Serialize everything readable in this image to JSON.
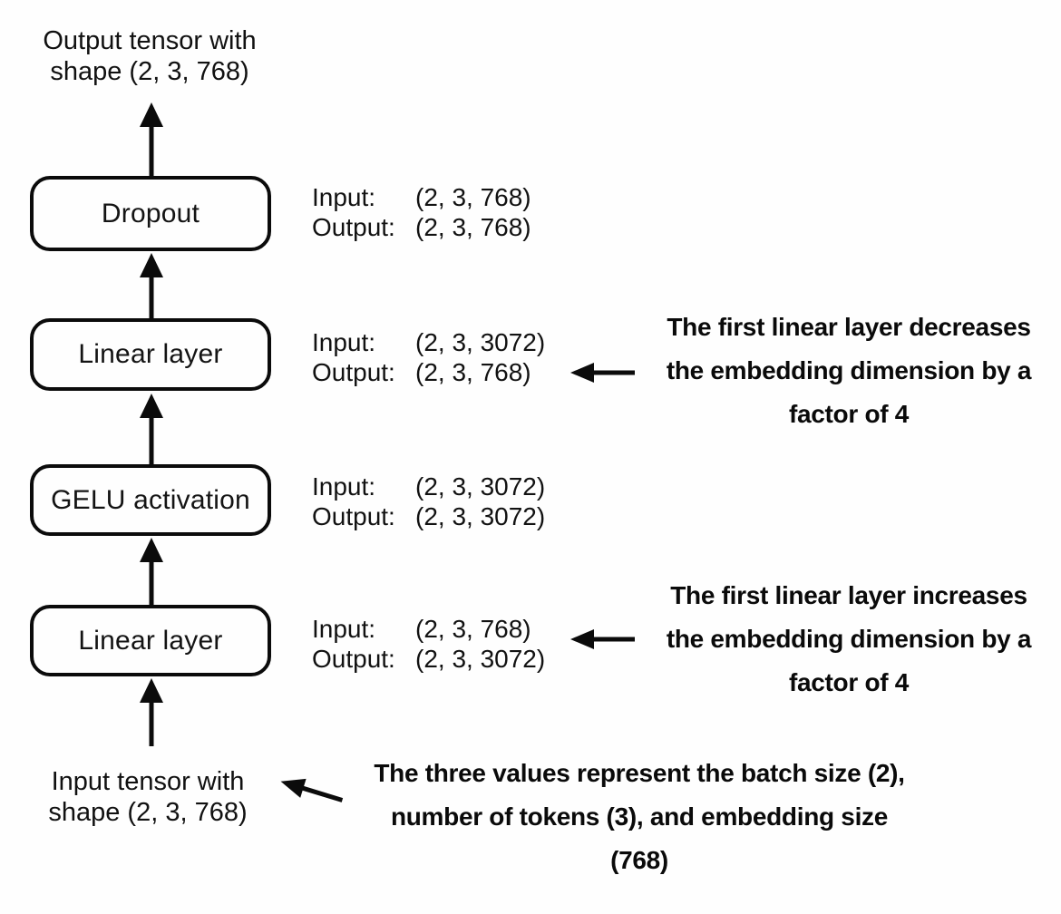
{
  "colors": {
    "background": "#fefefe",
    "ink": "#0b0b0b"
  },
  "top_label": "Output tensor with\nshape (2, 3, 768)",
  "bottom_label": "Input tensor with\nshape (2, 3, 768)",
  "boxes": [
    {
      "label": "Dropout",
      "input_label": "Input:",
      "input_value": "(2, 3, 768)",
      "output_label": "Output:",
      "output_value": "(2, 3, 768)"
    },
    {
      "label": "Linear layer",
      "input_label": "Input:",
      "input_value": "(2, 3, 3072)",
      "output_label": "Output:",
      "output_value": "(2, 3, 768)"
    },
    {
      "label": "GELU activation",
      "input_label": "Input:",
      "input_value": "(2, 3, 3072)",
      "output_label": "Output:",
      "output_value": "(2, 3, 3072)"
    },
    {
      "label": "Linear layer",
      "input_label": "Input:",
      "input_value": "(2, 3, 768)",
      "output_label": "Output:",
      "output_value": "(2, 3, 3072)"
    }
  ],
  "annotations": {
    "decrease": "The first linear layer decreases\nthe embedding dimension by a\nfactor of 4",
    "increase": "The first linear layer increases\nthe embedding dimension by a\nfactor of 4",
    "tensor_meaning": "The three values represent the batch size (2),\nnumber of tokens (3), and embedding size\n(768)"
  }
}
